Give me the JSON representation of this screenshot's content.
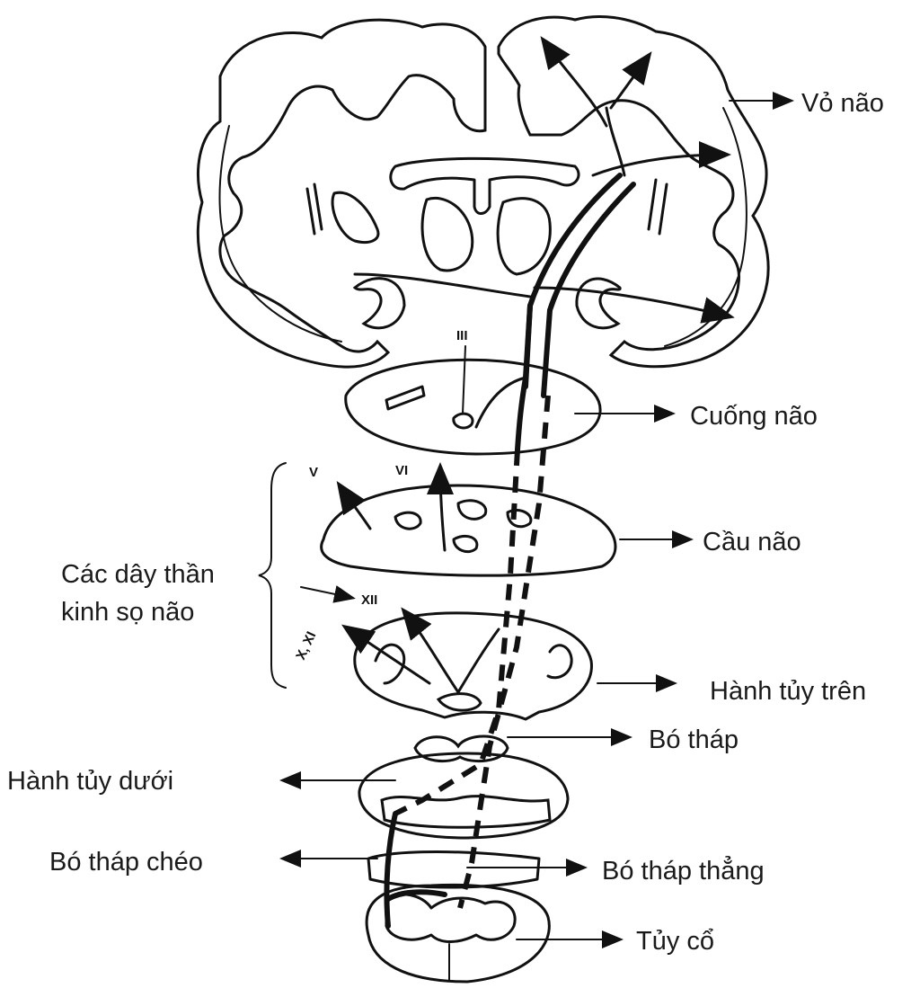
{
  "labels": {
    "vo_nao": "Vỏ não",
    "cuong_nao": "Cuống não",
    "cau_nao": "Cầu não",
    "day_than_kinh_line1": "Các dây thần",
    "day_than_kinh_line2": "kinh sọ não",
    "hanh_tuy_tren": "Hành tủy trên",
    "bo_thap": "Bó  tháp",
    "hanh_tuy_duoi": "Hành tủy dưới",
    "bo_thap_cheo": "Bó tháp chéo",
    "bo_thap_thang": "Bó tháp thẳng",
    "tuy_co": "Tủy cổ"
  },
  "nerve_marks": {
    "iii": "III",
    "v": "V",
    "vi": "VI",
    "xii": "XII",
    "x_xi": "X, XI"
  }
}
